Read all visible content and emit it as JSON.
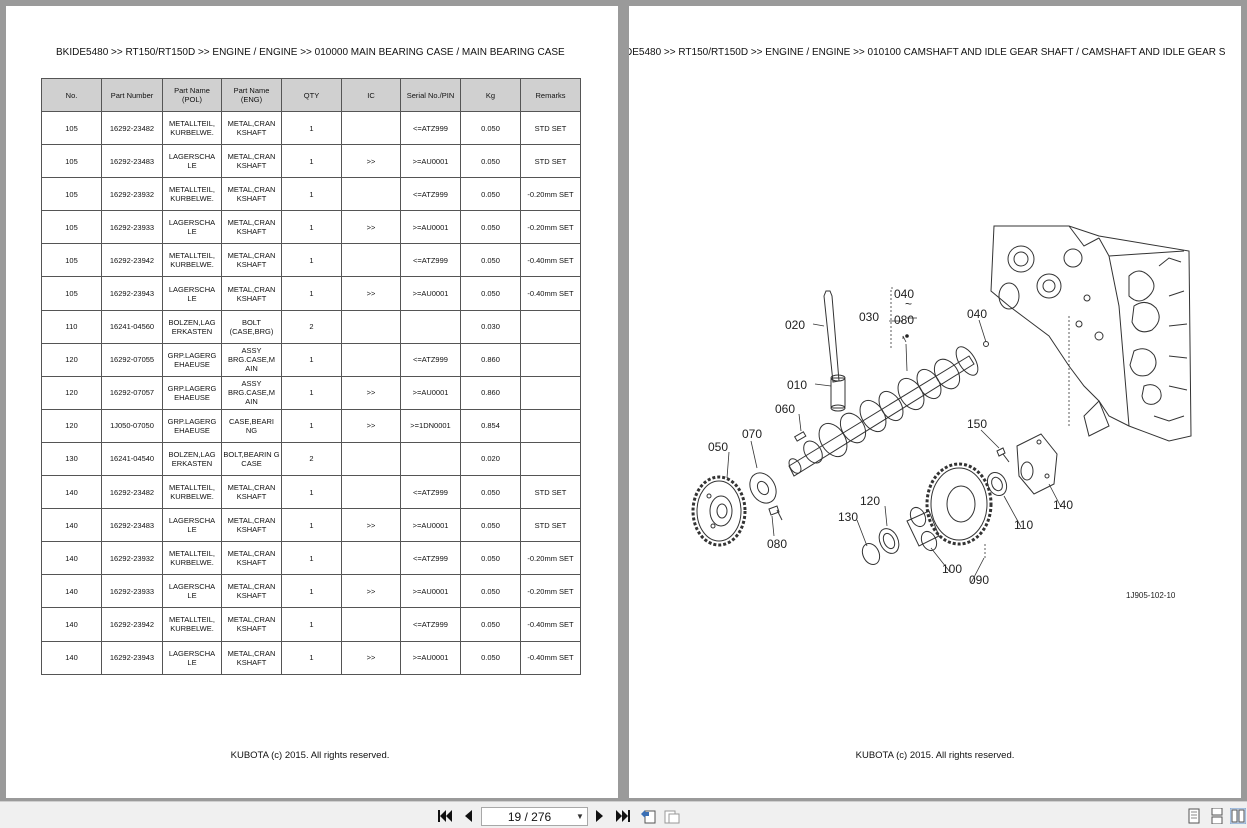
{
  "left_page": {
    "header": "BKIDE5480 >> RT150/RT150D >> ENGINE / ENGINE >> 010000   MAIN BEARING CASE / MAIN BEARING CASE",
    "columns": [
      "No.",
      "Part Number",
      "Part Name (POL)",
      "Part Name (ENG)",
      "QTY",
      "IC",
      "Serial No./PIN",
      "Kg",
      "Remarks"
    ],
    "rows": [
      [
        "105",
        "16292-23482",
        "METALLTEIL, KURBELWE.",
        "METAL,CRAN KSHAFT",
        "1",
        "",
        "<=ATZ999",
        "0.050",
        "STD SET"
      ],
      [
        "105",
        "16292-23483",
        "LAGERSCHA LE",
        "METAL,CRAN KSHAFT",
        "1",
        ">>",
        ">=AU0001",
        "0.050",
        "STD SET"
      ],
      [
        "105",
        "16292-23932",
        "METALLTEIL, KURBELWE.",
        "METAL,CRAN KSHAFT",
        "1",
        "",
        "<=ATZ999",
        "0.050",
        "-0.20mm SET"
      ],
      [
        "105",
        "16292-23933",
        "LAGERSCHA LE",
        "METAL,CRAN KSHAFT",
        "1",
        ">>",
        ">=AU0001",
        "0.050",
        "-0.20mm SET"
      ],
      [
        "105",
        "16292-23942",
        "METALLTEIL, KURBELWE.",
        "METAL,CRAN KSHAFT",
        "1",
        "",
        "<=ATZ999",
        "0.050",
        "-0.40mm SET"
      ],
      [
        "105",
        "16292-23943",
        "LAGERSCHA LE",
        "METAL,CRAN KSHAFT",
        "1",
        ">>",
        ">=AU0001",
        "0.050",
        "-0.40mm SET"
      ],
      [
        "110",
        "16241-04560",
        "BOLZEN,LAG ERKASTEN",
        "BOLT (CASE,BRG)",
        "2",
        "",
        "",
        "0.030",
        ""
      ],
      [
        "120",
        "16292-07055",
        "GRP.LAGERG EHAEUSE",
        "ASSY BRG.CASE,M AIN",
        "1",
        "",
        "<=ATZ999",
        "0.860",
        ""
      ],
      [
        "120",
        "16292-07057",
        "GRP.LAGERG EHAEUSE",
        "ASSY BRG.CASE,M AIN",
        "1",
        ">>",
        ">=AU0001",
        "0.860",
        ""
      ],
      [
        "120",
        "1J050-07050",
        "GRP.LAGERG EHAEUSE",
        "CASE,BEARI NG",
        "1",
        ">>",
        ">=1DN0001",
        "0.854",
        ""
      ],
      [
        "130",
        "16241-04540",
        "BOLZEN,LAG ERKASTEN",
        "BOLT,BEARIN G CASE",
        "2",
        "",
        "",
        "0.020",
        ""
      ],
      [
        "140",
        "16292-23482",
        "METALLTEIL, KURBELWE.",
        "METAL,CRAN KSHAFT",
        "1",
        "",
        "<=ATZ999",
        "0.050",
        "STD SET"
      ],
      [
        "140",
        "16292-23483",
        "LAGERSCHA LE",
        "METAL,CRAN KSHAFT",
        "1",
        ">>",
        ">=AU0001",
        "0.050",
        "STD SET"
      ],
      [
        "140",
        "16292-23932",
        "METALLTEIL, KURBELWE.",
        "METAL,CRAN KSHAFT",
        "1",
        "",
        "<=ATZ999",
        "0.050",
        "-0.20mm SET"
      ],
      [
        "140",
        "16292-23933",
        "LAGERSCHA LE",
        "METAL,CRAN KSHAFT",
        "1",
        ">>",
        ">=AU0001",
        "0.050",
        "-0.20mm SET"
      ],
      [
        "140",
        "16292-23942",
        "METALLTEIL, KURBELWE.",
        "METAL,CRAN KSHAFT",
        "1",
        "",
        "<=ATZ999",
        "0.050",
        "-0.40mm SET"
      ],
      [
        "140",
        "16292-23943",
        "LAGERSCHA LE",
        "METAL,CRAN KSHAFT",
        "1",
        ">>",
        ">=AU0001",
        "0.050",
        "-0.40mm SET"
      ]
    ],
    "footer": "KUBOTA (c) 2015. All rights reserved."
  },
  "right_page": {
    "header": "DE5480 >> RT150/RT150D >> ENGINE / ENGINE >> 010100   CAMSHAFT AND IDLE GEAR SHAFT / CAMSHAFT AND IDLE GEAR S",
    "diagram": {
      "callouts": {
        "c040_top": "040",
        "c080_top": "080",
        "c030": "030",
        "c040_right": "040",
        "c020": "020",
        "c010": "010",
        "c060": "060",
        "c070": "070",
        "c050": "050",
        "c080_bottom": "080",
        "c150": "150",
        "c120": "120",
        "c130": "130",
        "c140": "140",
        "c110": "110",
        "c100": "100",
        "c090": "090"
      },
      "figure_id": "1J905-102-10"
    },
    "footer": "KUBOTA (c) 2015. All rights reserved."
  },
  "toolbar": {
    "page_indicator": "19 / 276"
  }
}
